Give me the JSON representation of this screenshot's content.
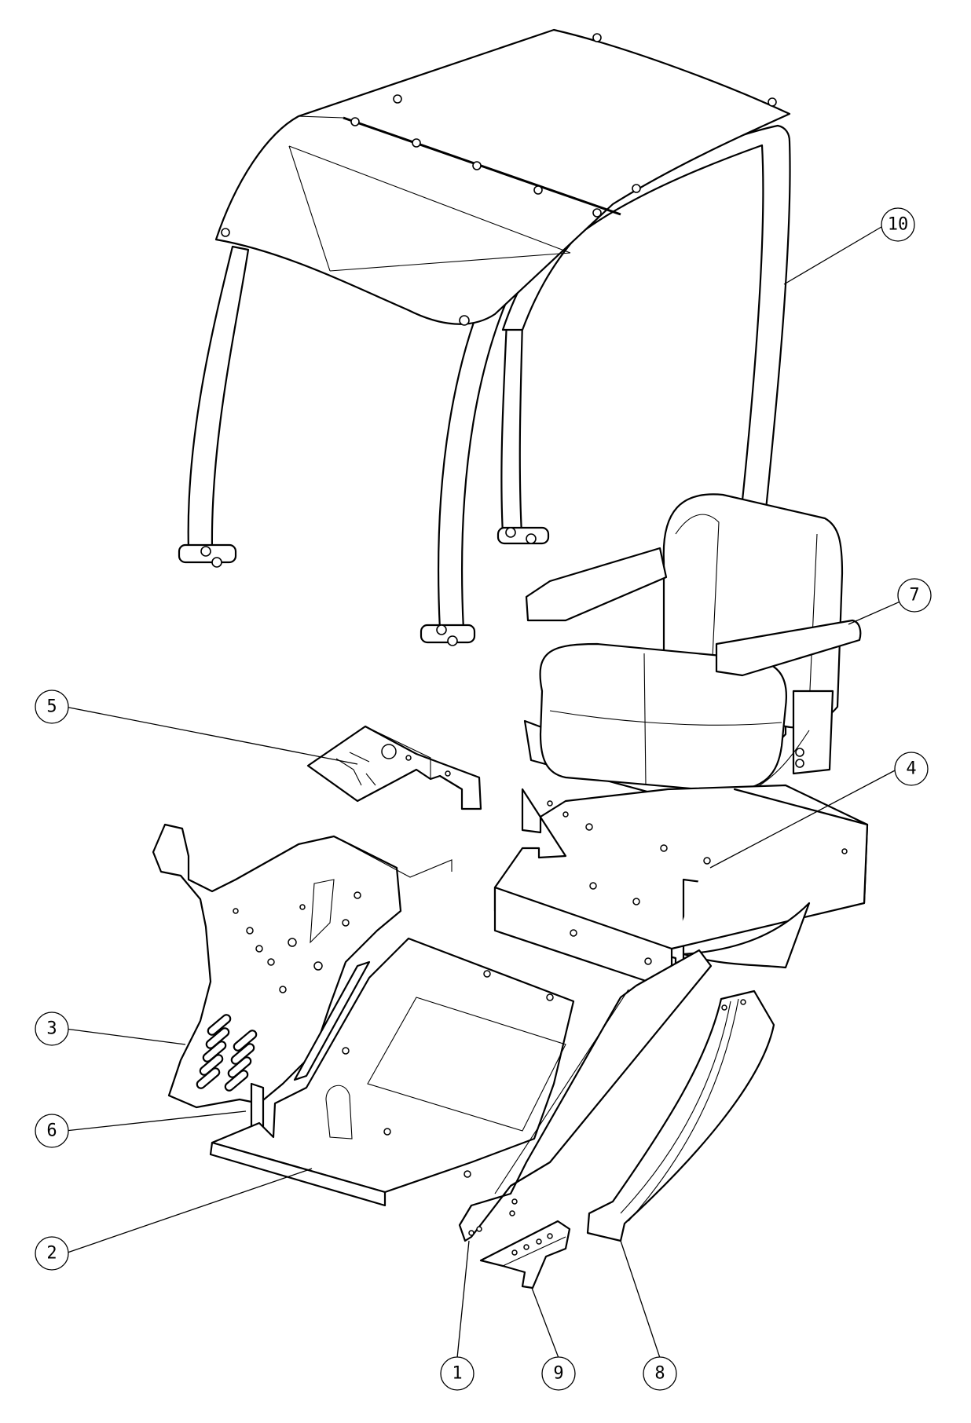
{
  "callouts": [
    {
      "id": "callout-1",
      "label": "1"
    },
    {
      "id": "callout-2",
      "label": "2"
    },
    {
      "id": "callout-3",
      "label": "3"
    },
    {
      "id": "callout-4",
      "label": "4"
    },
    {
      "id": "callout-5",
      "label": "5"
    },
    {
      "id": "callout-6",
      "label": "6"
    },
    {
      "id": "callout-7",
      "label": "7"
    },
    {
      "id": "callout-8",
      "label": "8"
    },
    {
      "id": "callout-9",
      "label": "9"
    },
    {
      "id": "callout-10",
      "label": "10"
    }
  ],
  "colors": {
    "line": "#000000",
    "background": "#ffffff"
  }
}
